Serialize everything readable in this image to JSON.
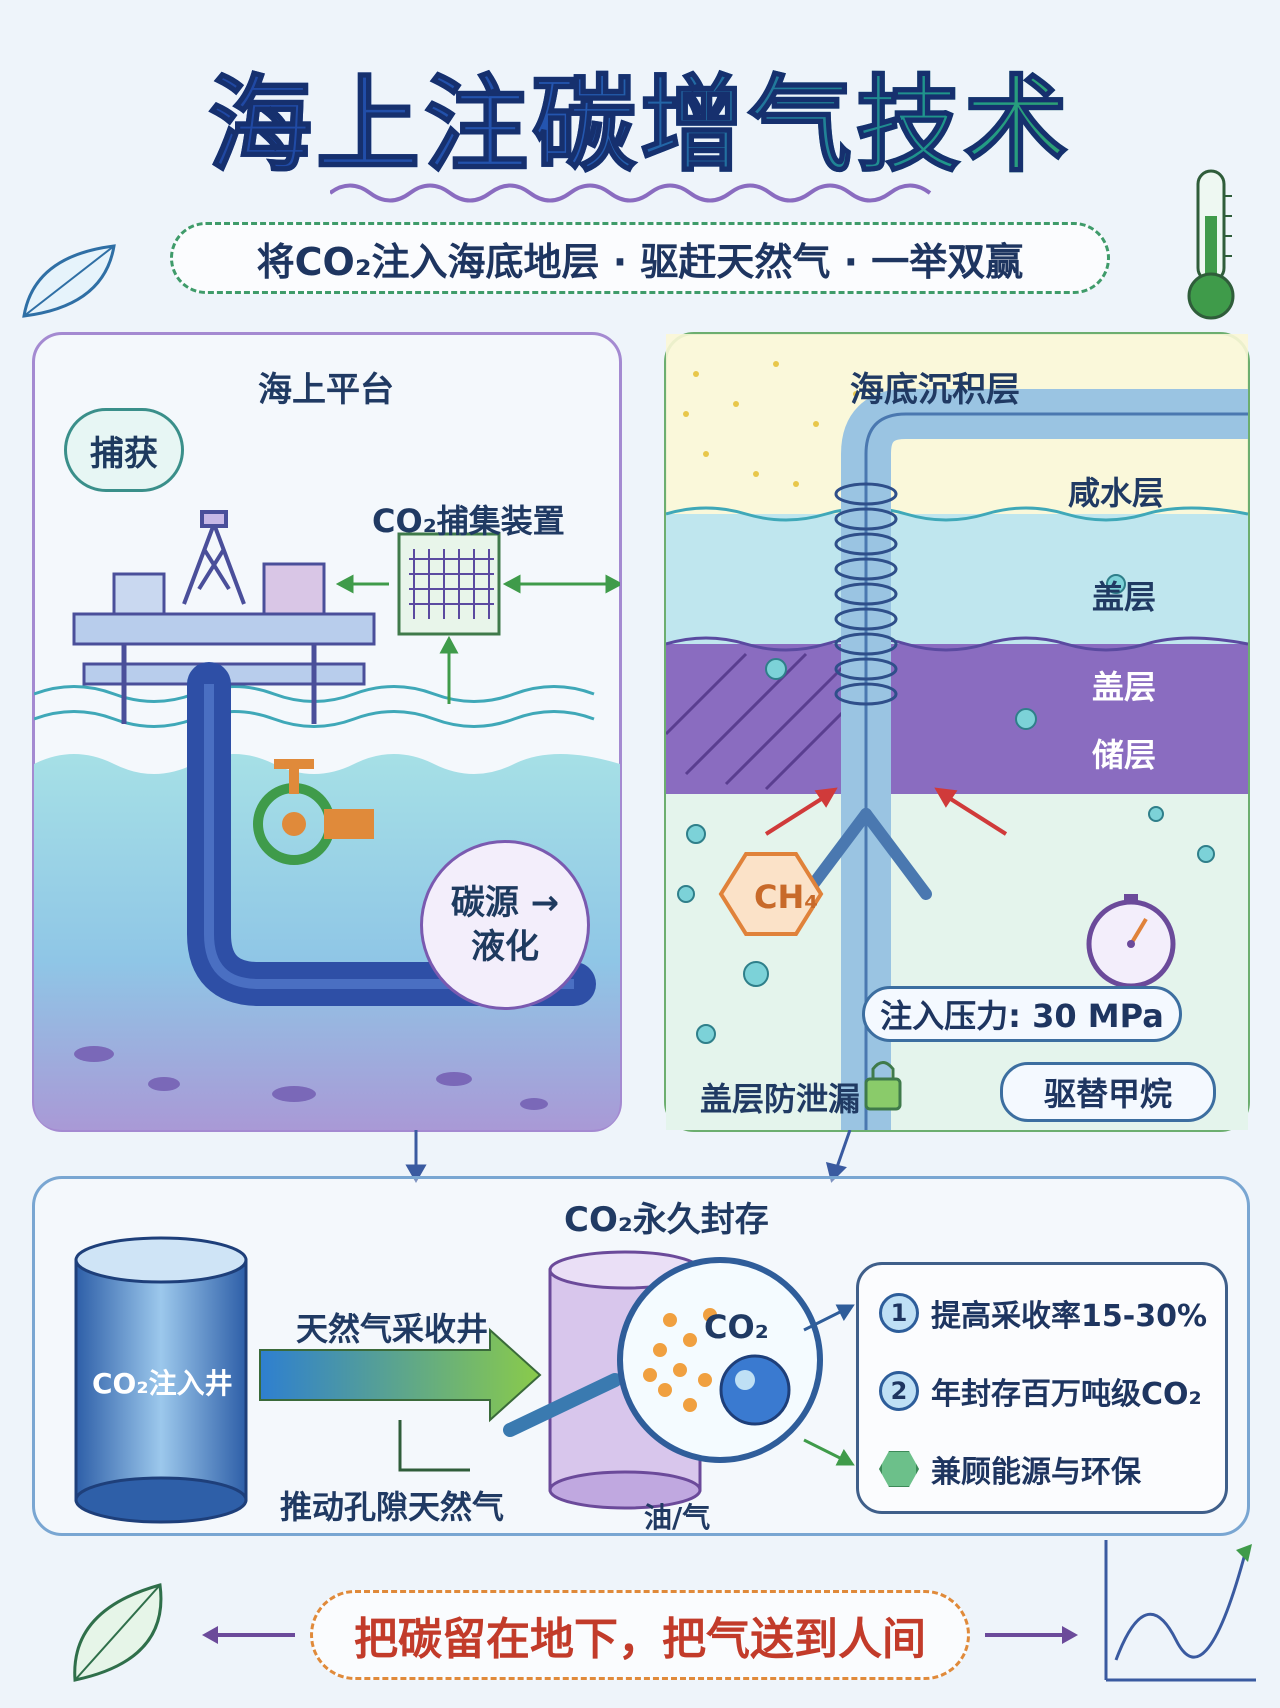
{
  "title": "海上注碳增气技术",
  "subtitle": "将CO₂注入海底地层 · 驱赶天然气 · 一举双赢",
  "left_panel": {
    "heading": "海上平台",
    "capture_bubble": "捕获",
    "capture_device": "CO₂捕集装置",
    "liquefy_bubble_line1": "碳源 →",
    "liquefy_bubble_line2": "液化"
  },
  "right_panel": {
    "heading": "海底沉积层",
    "layer_brine": "咸水层",
    "layer_cap1": "盖层",
    "layer_cap2": "盖层",
    "layer_reservoir": "储层",
    "methane_label": "CH₄",
    "pressure_label": "注入压力: 30 MPa",
    "leak_label": "盖层防泄漏",
    "displace_label": "驱替甲烷"
  },
  "bottom_panel": {
    "heading": "CO₂永久封存",
    "injection_well": "CO₂注入井",
    "production_well": "天然气采收井",
    "push_gas": "推动孔隙天然气",
    "oil_gas": "油/气",
    "co2_label": "CO₂",
    "benefits": [
      {
        "marker": "1",
        "text": "提高采收率15-30%"
      },
      {
        "marker": "2",
        "text": "年封存百万吨级CO₂"
      },
      {
        "marker": "",
        "text": "兼顾能源与环保"
      }
    ]
  },
  "footer": "把碳留在地下，把气送到人间",
  "colors": {
    "ocean": "#8fd3e0",
    "seabed": "#a999d6",
    "pipe": "#2e4fa6",
    "cap_layer": "#8a6cc0",
    "accent_green": "#3f9b4a",
    "footer_text": "#c23b2a"
  }
}
